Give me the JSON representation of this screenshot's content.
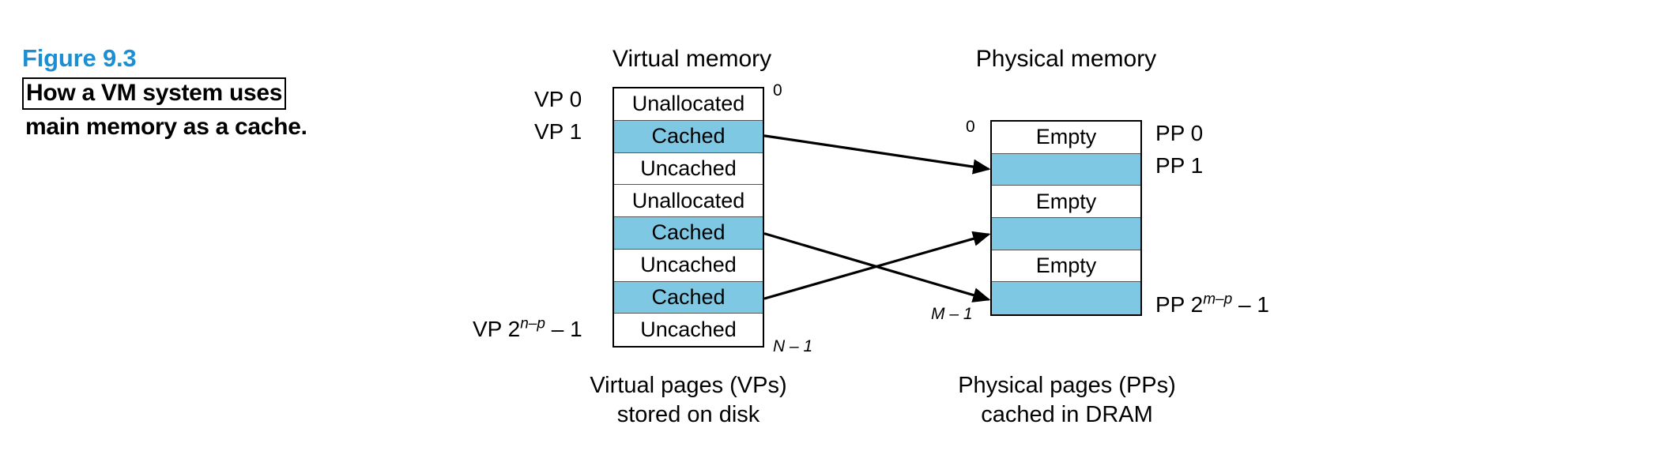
{
  "figure": {
    "number": "Figure 9.3",
    "caption_line_1": "How a VM system uses",
    "caption_line_2": "main memory as a cache.",
    "number_color": "#1c8fd4"
  },
  "colors": {
    "cached_fill": "#7ec8e3",
    "empty_fill": "#ffffff",
    "stroke": "#000000",
    "accent": "#1c8fd4"
  },
  "virtual_memory": {
    "heading": "Virtual memory",
    "top_address": "0",
    "bottom_address_italic": "N",
    "bottom_address_suffix": " – 1",
    "bottom_address_full": "N – 1",
    "row_labels": {
      "first": "VP 0",
      "second": "VP 1",
      "last_prefix": "VP 2",
      "last_sup": "n–p",
      "last_suffix": " – 1",
      "last_full": "VP 2n–p – 1"
    },
    "rows": [
      {
        "label": "Unallocated",
        "state": "white"
      },
      {
        "label": "Cached",
        "state": "blue"
      },
      {
        "label": "Uncached",
        "state": "white"
      },
      {
        "label": "Unallocated",
        "state": "white"
      },
      {
        "label": "Cached",
        "state": "blue"
      },
      {
        "label": "Uncached",
        "state": "white"
      },
      {
        "label": "Cached",
        "state": "blue"
      },
      {
        "label": "Uncached",
        "state": "white"
      }
    ],
    "bottom_caption_line_1": "Virtual pages (VPs)",
    "bottom_caption_line_2": "stored on disk"
  },
  "physical_memory": {
    "heading": "Physical memory",
    "top_address": "0",
    "bottom_address_italic": "M",
    "bottom_address_suffix": " – 1",
    "bottom_address_full": "M – 1",
    "row_labels": {
      "first": "PP 0",
      "second": "PP 1",
      "last_prefix": "PP 2",
      "last_sup": "m–p",
      "last_suffix": " – 1",
      "last_full": "PP 2m–p – 1"
    },
    "rows": [
      {
        "label": "Empty",
        "state": "white"
      },
      {
        "label": "",
        "state": "blue"
      },
      {
        "label": "Empty",
        "state": "white"
      },
      {
        "label": "",
        "state": "blue"
      },
      {
        "label": "Empty",
        "state": "white"
      },
      {
        "label": "",
        "state": "blue"
      }
    ],
    "bottom_caption_line_1": "Physical pages (PPs)",
    "bottom_caption_line_2": "cached in DRAM"
  },
  "mappings": [
    {
      "from_row": 1,
      "to_row": 1
    },
    {
      "from_row": 4,
      "to_row": 5
    },
    {
      "from_row": 6,
      "to_row": 3
    }
  ]
}
